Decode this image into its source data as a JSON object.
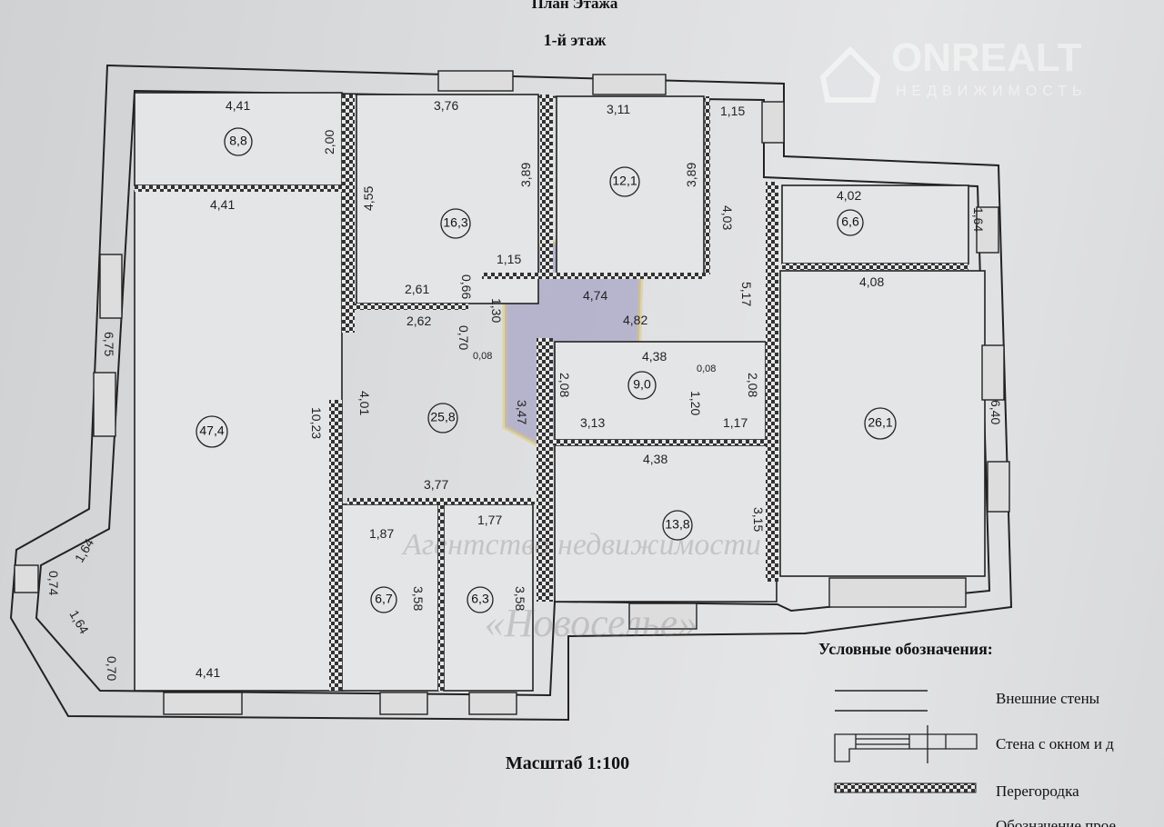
{
  "header": {
    "title": "План Этажа",
    "floor": "1-й этаж"
  },
  "scale": "Масштаб 1:100",
  "watermarks": {
    "brand": "ONREALT",
    "brand_sub": "НЕДВИЖИМОСТЬ",
    "agency_line1": "Агентство недвижимости",
    "agency_line2": "«Новоселье»"
  },
  "rooms": [
    {
      "area": "8,8"
    },
    {
      "area": "16,3"
    },
    {
      "area": "12,1"
    },
    {
      "area": "6,6"
    },
    {
      "area": "47,4"
    },
    {
      "area": "25,8"
    },
    {
      "area": "9,0"
    },
    {
      "area": "26,1"
    },
    {
      "area": "13,8"
    },
    {
      "area": "6,7"
    },
    {
      "area": "6,3"
    }
  ],
  "dimensions": [
    "4,41",
    "2,00",
    "3,76",
    "4,55",
    "3,89",
    "3,11",
    "3,89",
    "1,15",
    "4,03",
    "4,02",
    "1,64",
    "4,41",
    "6,75",
    "10,23",
    "2,61",
    "0,66",
    "1,15",
    "4,74",
    "5,17",
    "2,62",
    "0,70",
    "1,30",
    "0,08",
    "4,82",
    "4,08",
    "4,38",
    "0,08",
    "2,08",
    "2,08",
    "1,20",
    "1,17",
    "3,13",
    "3,47",
    "4,01",
    "6,40",
    "4,38",
    "3,77",
    "3,15",
    "1,77",
    "1,87",
    "3,58",
    "3,58",
    "1,64",
    "0,74",
    "1,64",
    "0,70",
    "4,41"
  ],
  "legend": {
    "title": "Условные обозначения:",
    "items": [
      {
        "label": "Внешние стены"
      },
      {
        "label": "Стена с окном и д"
      },
      {
        "label": "Перегородка"
      },
      {
        "label": "Обозначение прое"
      }
    ]
  }
}
